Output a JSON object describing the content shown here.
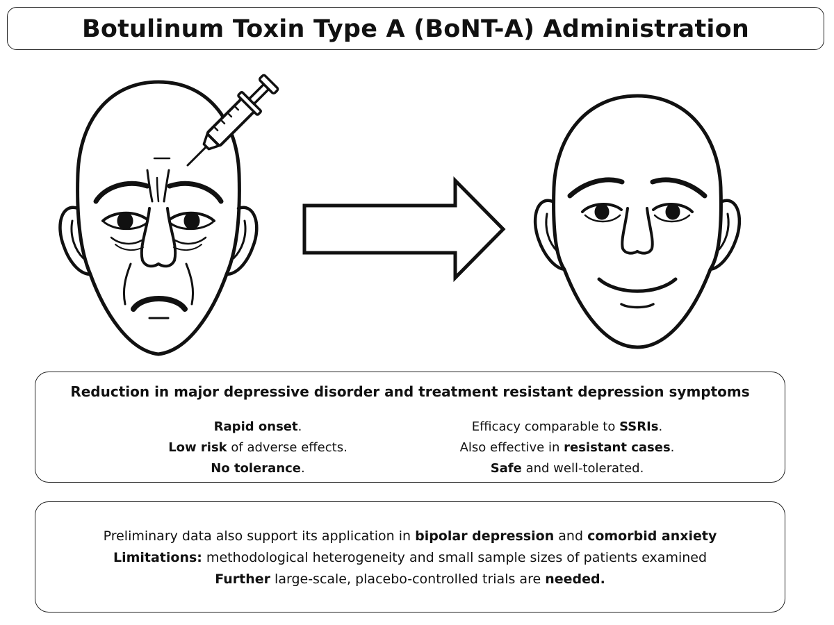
{
  "title": "Botulinum Toxin Type A (BoNT-A) Administration",
  "icons": [
    "sad-face-icon",
    "syringe-icon",
    "right-arrow-icon",
    "happy-face-icon"
  ],
  "benefits": {
    "heading": "Reduction in major depressive disorder and treatment resistant depression  symptoms",
    "left": [
      {
        "bold": "Rapid onset",
        "rest": "."
      },
      {
        "bold": "Low risk",
        "rest": " of adverse effects."
      },
      {
        "bold": "No tolerance",
        "rest": "."
      }
    ],
    "right": [
      {
        "pre": "Efficacy comparable to ",
        "bold": "SSRIs",
        "rest": "."
      },
      {
        "pre": "Also effective in ",
        "bold": "resistant cases",
        "rest": "."
      },
      {
        "pre": "",
        "bold": "Safe",
        "rest": " and well-tolerated."
      }
    ]
  },
  "notes": {
    "line1": {
      "pre": "Preliminary data also support its application in ",
      "bold1": "bipolar depression",
      "mid": " and ",
      "bold2": "comorbid anxiety"
    },
    "line2": {
      "bold": "Limitations:",
      "rest": " methodological heterogeneity and small sample sizes of patients examined"
    },
    "line3": {
      "bold1": "Further",
      "mid": " large-scale, placebo-controlled trials are ",
      "bold2": "needed."
    }
  }
}
